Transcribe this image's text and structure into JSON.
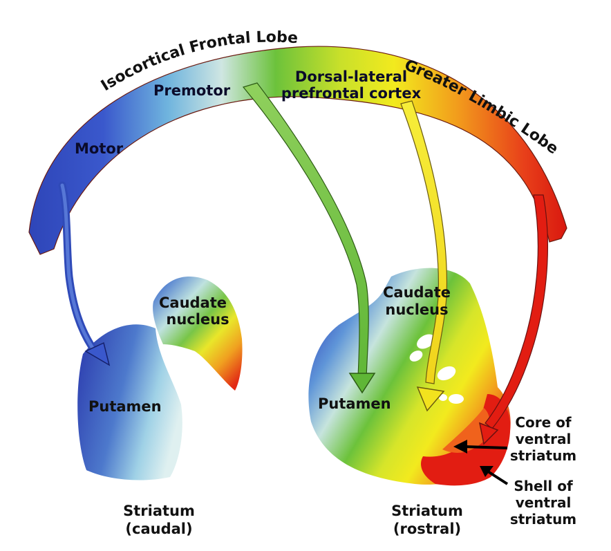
{
  "arc": {
    "left_lobe": "Isocortical Frontal Lobe",
    "right_lobe": "Greater Limbic Lobe"
  },
  "regions": {
    "motor": "Motor",
    "premotor": "Premotor",
    "dlpfc_line1": "Dorsal-lateral",
    "dlpfc_line2": "prefrontal cortex"
  },
  "caudal": {
    "caudate_line1": "Caudate",
    "caudate_line2": "nucleus",
    "putamen": "Putamen",
    "title_line1": "Striatum",
    "title_line2": "(caudal)"
  },
  "rostral": {
    "caudate_line1": "Caudate",
    "caudate_line2": "nucleus",
    "putamen": "Putamen",
    "core_line1": "Core of",
    "core_line2": "ventral",
    "core_line3": "striatum",
    "shell_line1": "Shell of",
    "shell_line2": "ventral",
    "shell_line3": "striatum",
    "title_line1": "Striatum",
    "title_line2": "(rostral)"
  },
  "colors": {
    "motor_blue": "#3b4fc4",
    "premotor_cyan": "#6fc3d8",
    "green": "#6cc23b",
    "yellow": "#f2ea1e",
    "orange": "#f29a1c",
    "red": "#e21d12"
  }
}
